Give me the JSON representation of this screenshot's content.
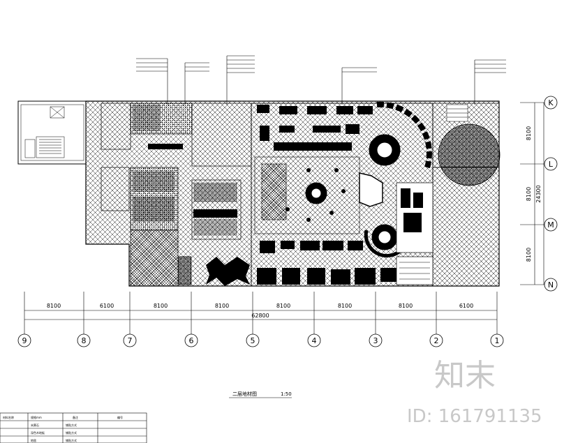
{
  "drawing": {
    "title": "二层地材图",
    "scale": "1:50",
    "total_width": "62800",
    "total_height": "24300"
  },
  "column_axes": [
    "9",
    "8",
    "7",
    "6",
    "5",
    "4",
    "3",
    "2",
    "1"
  ],
  "bay_widths": [
    "8100",
    "6100",
    "8100",
    "8100",
    "8100",
    "8100",
    "8100",
    "6100"
  ],
  "row_axes": [
    "K",
    "L",
    "M",
    "N"
  ],
  "row_spacings": [
    "8100",
    "8100",
    "8100"
  ],
  "watermark": {
    "brand": "知末",
    "id": "ID: 161791135"
  },
  "legend_table": {
    "header": [
      "材料名称",
      "规格mm",
      "备注",
      "编号"
    ],
    "rows": [
      [
        "米黄石",
        "",
        "铺贴方式",
        ""
      ],
      [
        "深色木地板",
        "",
        "铺贴方式",
        ""
      ],
      [
        "地毯",
        "",
        "铺贴方式",
        ""
      ]
    ]
  },
  "colors": {
    "line": "#000000",
    "watermark": "#c8c8c8",
    "background": "#ffffff"
  }
}
